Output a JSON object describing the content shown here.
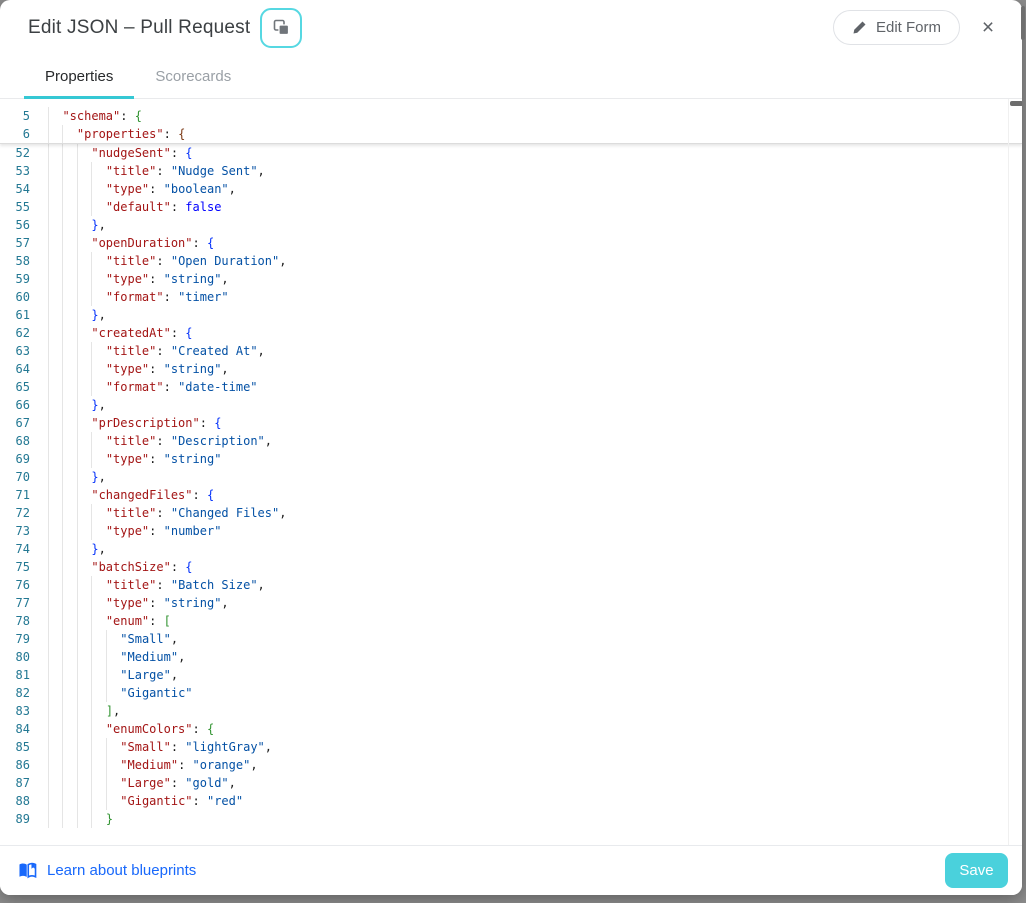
{
  "modal": {
    "title": "Edit JSON – Pull Request",
    "edit_form_label": "Edit Form",
    "close_glyph": "×"
  },
  "tabs": [
    {
      "label": "Properties",
      "active": true
    },
    {
      "label": "Scorecards",
      "active": false
    }
  ],
  "colors": {
    "accent_teal": "#35C8D4",
    "save_button": "#4AD1DC",
    "link_blue": "#1868FB",
    "line_number": "#237893",
    "json_key": "#A31515",
    "json_string_value": "#0451A5",
    "json_keyword": "#0000FF",
    "bracket_level_blue": "#0431FA",
    "bracket_level_green": "#319331",
    "bracket_level_brown": "#7B3814"
  },
  "editor": {
    "sticky_lines": [
      {
        "n": 5,
        "ind": 1,
        "toks": [
          [
            "k",
            "\"schema\""
          ],
          [
            "p",
            ": "
          ],
          [
            "b2",
            "{"
          ]
        ]
      },
      {
        "n": 6,
        "ind": 2,
        "toks": [
          [
            "k",
            "\"properties\""
          ],
          [
            "p",
            ": "
          ],
          [
            "b3",
            "{"
          ]
        ]
      }
    ],
    "lines": [
      {
        "n": 52,
        "ind": 3,
        "toks": [
          [
            "k",
            "\"nudgeSent\""
          ],
          [
            "p",
            ": "
          ],
          [
            "b1",
            "{"
          ]
        ]
      },
      {
        "n": 53,
        "ind": 4,
        "toks": [
          [
            "k",
            "\"title\""
          ],
          [
            "p",
            ": "
          ],
          [
            "v",
            "\"Nudge Sent\""
          ],
          [
            "p",
            ","
          ]
        ]
      },
      {
        "n": 54,
        "ind": 4,
        "toks": [
          [
            "k",
            "\"type\""
          ],
          [
            "p",
            ": "
          ],
          [
            "v",
            "\"boolean\""
          ],
          [
            "p",
            ","
          ]
        ]
      },
      {
        "n": 55,
        "ind": 4,
        "toks": [
          [
            "k",
            "\"default\""
          ],
          [
            "p",
            ": "
          ],
          [
            "w",
            "false"
          ]
        ]
      },
      {
        "n": 56,
        "ind": 3,
        "toks": [
          [
            "b1",
            "}"
          ],
          [
            "p",
            ","
          ]
        ]
      },
      {
        "n": 57,
        "ind": 3,
        "toks": [
          [
            "k",
            "\"openDuration\""
          ],
          [
            "p",
            ": "
          ],
          [
            "b1",
            "{"
          ]
        ]
      },
      {
        "n": 58,
        "ind": 4,
        "toks": [
          [
            "k",
            "\"title\""
          ],
          [
            "p",
            ": "
          ],
          [
            "v",
            "\"Open Duration\""
          ],
          [
            "p",
            ","
          ]
        ]
      },
      {
        "n": 59,
        "ind": 4,
        "toks": [
          [
            "k",
            "\"type\""
          ],
          [
            "p",
            ": "
          ],
          [
            "v",
            "\"string\""
          ],
          [
            "p",
            ","
          ]
        ]
      },
      {
        "n": 60,
        "ind": 4,
        "toks": [
          [
            "k",
            "\"format\""
          ],
          [
            "p",
            ": "
          ],
          [
            "v",
            "\"timer\""
          ]
        ]
      },
      {
        "n": 61,
        "ind": 3,
        "toks": [
          [
            "b1",
            "}"
          ],
          [
            "p",
            ","
          ]
        ]
      },
      {
        "n": 62,
        "ind": 3,
        "toks": [
          [
            "k",
            "\"createdAt\""
          ],
          [
            "p",
            ": "
          ],
          [
            "b1",
            "{"
          ]
        ]
      },
      {
        "n": 63,
        "ind": 4,
        "toks": [
          [
            "k",
            "\"title\""
          ],
          [
            "p",
            ": "
          ],
          [
            "v",
            "\"Created At\""
          ],
          [
            "p",
            ","
          ]
        ]
      },
      {
        "n": 64,
        "ind": 4,
        "toks": [
          [
            "k",
            "\"type\""
          ],
          [
            "p",
            ": "
          ],
          [
            "v",
            "\"string\""
          ],
          [
            "p",
            ","
          ]
        ]
      },
      {
        "n": 65,
        "ind": 4,
        "toks": [
          [
            "k",
            "\"format\""
          ],
          [
            "p",
            ": "
          ],
          [
            "v",
            "\"date-time\""
          ]
        ]
      },
      {
        "n": 66,
        "ind": 3,
        "toks": [
          [
            "b1",
            "}"
          ],
          [
            "p",
            ","
          ]
        ]
      },
      {
        "n": 67,
        "ind": 3,
        "toks": [
          [
            "k",
            "\"prDescription\""
          ],
          [
            "p",
            ": "
          ],
          [
            "b1",
            "{"
          ]
        ]
      },
      {
        "n": 68,
        "ind": 4,
        "toks": [
          [
            "k",
            "\"title\""
          ],
          [
            "p",
            ": "
          ],
          [
            "v",
            "\"Description\""
          ],
          [
            "p",
            ","
          ]
        ]
      },
      {
        "n": 69,
        "ind": 4,
        "toks": [
          [
            "k",
            "\"type\""
          ],
          [
            "p",
            ": "
          ],
          [
            "v",
            "\"string\""
          ]
        ]
      },
      {
        "n": 70,
        "ind": 3,
        "toks": [
          [
            "b1",
            "}"
          ],
          [
            "p",
            ","
          ]
        ]
      },
      {
        "n": 71,
        "ind": 3,
        "toks": [
          [
            "k",
            "\"changedFiles\""
          ],
          [
            "p",
            ": "
          ],
          [
            "b1",
            "{"
          ]
        ]
      },
      {
        "n": 72,
        "ind": 4,
        "toks": [
          [
            "k",
            "\"title\""
          ],
          [
            "p",
            ": "
          ],
          [
            "v",
            "\"Changed Files\""
          ],
          [
            "p",
            ","
          ]
        ]
      },
      {
        "n": 73,
        "ind": 4,
        "toks": [
          [
            "k",
            "\"type\""
          ],
          [
            "p",
            ": "
          ],
          [
            "v",
            "\"number\""
          ]
        ]
      },
      {
        "n": 74,
        "ind": 3,
        "toks": [
          [
            "b1",
            "}"
          ],
          [
            "p",
            ","
          ]
        ]
      },
      {
        "n": 75,
        "ind": 3,
        "toks": [
          [
            "k",
            "\"batchSize\""
          ],
          [
            "p",
            ": "
          ],
          [
            "b1",
            "{"
          ]
        ]
      },
      {
        "n": 76,
        "ind": 4,
        "toks": [
          [
            "k",
            "\"title\""
          ],
          [
            "p",
            ": "
          ],
          [
            "v",
            "\"Batch Size\""
          ],
          [
            "p",
            ","
          ]
        ]
      },
      {
        "n": 77,
        "ind": 4,
        "toks": [
          [
            "k",
            "\"type\""
          ],
          [
            "p",
            ": "
          ],
          [
            "v",
            "\"string\""
          ],
          [
            "p",
            ","
          ]
        ]
      },
      {
        "n": 78,
        "ind": 4,
        "toks": [
          [
            "k",
            "\"enum\""
          ],
          [
            "p",
            ": "
          ],
          [
            "b2",
            "["
          ]
        ]
      },
      {
        "n": 79,
        "ind": 5,
        "toks": [
          [
            "v",
            "\"Small\""
          ],
          [
            "p",
            ","
          ]
        ]
      },
      {
        "n": 80,
        "ind": 5,
        "toks": [
          [
            "v",
            "\"Medium\""
          ],
          [
            "p",
            ","
          ]
        ]
      },
      {
        "n": 81,
        "ind": 5,
        "toks": [
          [
            "v",
            "\"Large\""
          ],
          [
            "p",
            ","
          ]
        ]
      },
      {
        "n": 82,
        "ind": 5,
        "toks": [
          [
            "v",
            "\"Gigantic\""
          ]
        ]
      },
      {
        "n": 83,
        "ind": 4,
        "toks": [
          [
            "b2",
            "]"
          ],
          [
            "p",
            ","
          ]
        ]
      },
      {
        "n": 84,
        "ind": 4,
        "toks": [
          [
            "k",
            "\"enumColors\""
          ],
          [
            "p",
            ": "
          ],
          [
            "b2",
            "{"
          ]
        ]
      },
      {
        "n": 85,
        "ind": 5,
        "toks": [
          [
            "k",
            "\"Small\""
          ],
          [
            "p",
            ": "
          ],
          [
            "v",
            "\"lightGray\""
          ],
          [
            "p",
            ","
          ]
        ]
      },
      {
        "n": 86,
        "ind": 5,
        "toks": [
          [
            "k",
            "\"Medium\""
          ],
          [
            "p",
            ": "
          ],
          [
            "v",
            "\"orange\""
          ],
          [
            "p",
            ","
          ]
        ]
      },
      {
        "n": 87,
        "ind": 5,
        "toks": [
          [
            "k",
            "\"Large\""
          ],
          [
            "p",
            ": "
          ],
          [
            "v",
            "\"gold\""
          ],
          [
            "p",
            ","
          ]
        ]
      },
      {
        "n": 88,
        "ind": 5,
        "toks": [
          [
            "k",
            "\"Gigantic\""
          ],
          [
            "p",
            ": "
          ],
          [
            "v",
            "\"red\""
          ]
        ]
      },
      {
        "n": 89,
        "ind": 4,
        "toks": [
          [
            "b2",
            "}"
          ]
        ]
      }
    ]
  },
  "footer": {
    "link_label": "Learn about blueprints",
    "save_label": "Save"
  }
}
